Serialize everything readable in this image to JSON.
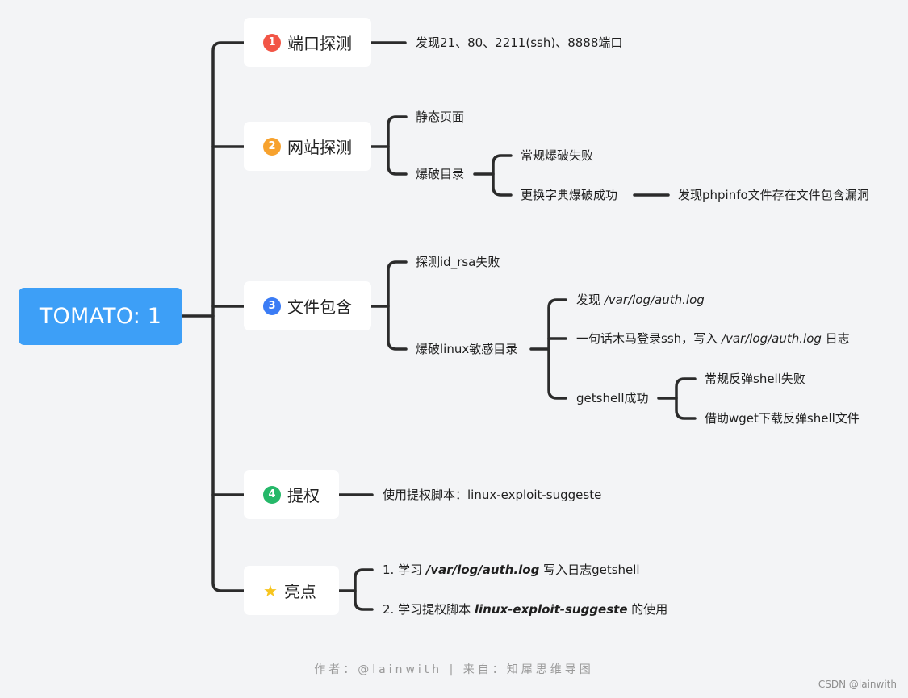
{
  "root": {
    "label": "TOMATO: 1"
  },
  "topics": [
    {
      "label": "端口探测",
      "badge": "1",
      "badge_color": "#f25546"
    },
    {
      "label": "网站探测",
      "badge": "2",
      "badge_color": "#f7a22e"
    },
    {
      "label": "文件包含",
      "badge": "3",
      "badge_color": "#3b7cf5"
    },
    {
      "label": "提权",
      "badge": "4",
      "badge_color": "#25b869"
    },
    {
      "label": "亮点",
      "badge": "★",
      "badge_color": "#f7c51e"
    }
  ],
  "t1": {
    "ports": "发现21、80、2211(ssh)、8888端口"
  },
  "t2": {
    "static": "静态页面",
    "brute": "爆破目录",
    "normal_fail": "常规爆破失败",
    "dict_success": "更换字典爆破成功",
    "finding": "发现phpinfo文件存在文件包含漏洞"
  },
  "t3": {
    "id_rsa": "探测id_rsa失败",
    "linux": "爆破linux敏感目录",
    "found_prefix": "发现 ",
    "found_path": "/var/log/auth.log",
    "trojan_prefix": "一句话木马登录ssh，写入 ",
    "trojan_path": "/var/log/auth.log",
    "trojan_suffix": " 日志",
    "getshell": "getshell成功",
    "reverse_fail": "常规反弹shell失败",
    "wget": "借助wget下载反弹shell文件"
  },
  "t4": {
    "script": "使用提权脚本：linux-exploit-suggeste"
  },
  "t5": {
    "h1_prefix": "1. 学习  ",
    "h1_path": "/var/log/auth.log",
    "h1_suffix": "  写入日志getshell",
    "h2_prefix": "2. 学习提权脚本 ",
    "h2_tool": "linux-exploit-suggeste",
    "h2_suffix": " 的使用"
  },
  "footer": "作者：@lainwith | 来自：知犀思维导图",
  "watermark": "CSDN @lainwith"
}
